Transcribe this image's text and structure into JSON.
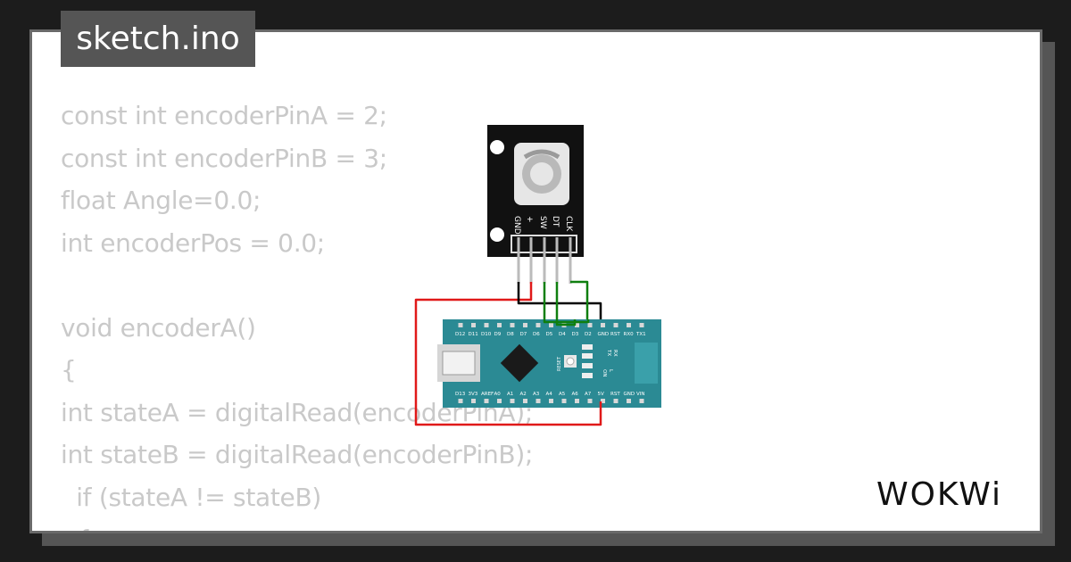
{
  "filename": "sketch.ino",
  "code_lines": [
    "const int encoderPinA = 2;",
    "const int encoderPinB = 3;",
    "float Angle=0.0;",
    "int encoderPos = 0.0;",
    "",
    "void encoderA()",
    "{",
    "int stateA = digitalRead(encoderPinA);",
    "int stateB = digitalRead(encoderPinB);",
    "  if (stateA != stateB)",
    "  {"
  ],
  "encoder": {
    "pins": [
      "CLK",
      "DT",
      "SW",
      "+",
      "GND"
    ]
  },
  "nano": {
    "top_pins": [
      "D12",
      "D11",
      "D10",
      "D9",
      "D8",
      "D7",
      "D6",
      "D5",
      "D4",
      "D3",
      "D2",
      "GND",
      "RST",
      "RX0",
      "TX1"
    ],
    "bottom_pins": [
      "D13",
      "3V3",
      "AREF",
      "A0",
      "A1",
      "A2",
      "A3",
      "A4",
      "A5",
      "A6",
      "A7",
      "5V",
      "RST",
      "GND",
      "VIN"
    ],
    "side_labels": [
      "TX",
      "RX",
      "ON",
      "L"
    ],
    "reset_label": "RESET"
  },
  "logo": "WOKWi",
  "colors": {
    "board": "#2b8a94",
    "wire_red": "#e01919",
    "wire_green": "#0f7f0f",
    "wire_black": "#000000",
    "code_text": "#c9c9c9",
    "tab_bg": "#555555"
  }
}
